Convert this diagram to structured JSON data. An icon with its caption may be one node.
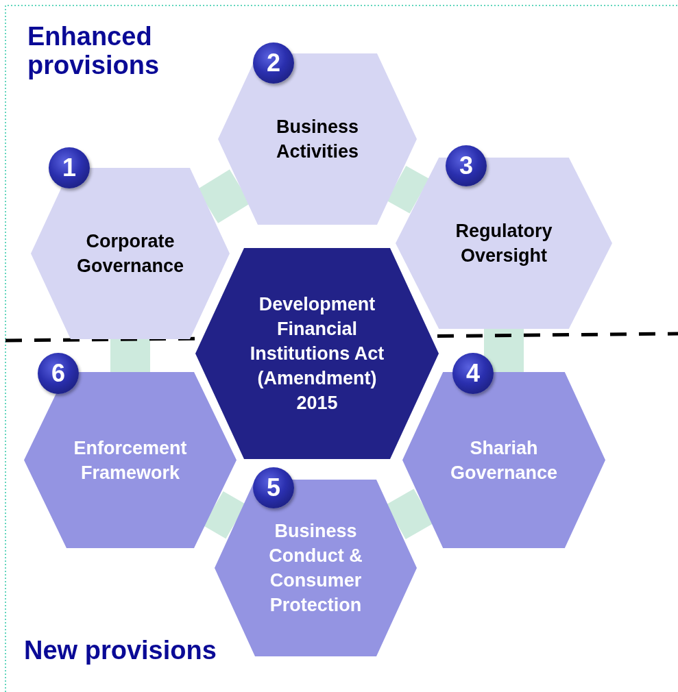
{
  "diagram": {
    "nodes": [
      {
        "text": [
          "1"
        ]
      },
      {
        "text": [
          "Corporate Governance"
        ]
      },
      {
        "text": [
          "2"
        ]
      },
      {
        "text": [
          "Business Activities"
        ]
      },
      {
        "text": [
          "3"
        ]
      },
      {
        "text": [
          "Regulatory Oversight"
        ]
      },
      {
        "text": [
          "Development Financial Institutions Act (Amendment) 2015"
        ]
      },
      {
        "text": [
          "6"
        ]
      },
      {
        "text": [
          "Enforcement Framework"
        ]
      },
      {
        "text": [
          "4"
        ]
      },
      {
        "text": [
          "Shariah Governance"
        ]
      },
      {
        "text": [
          "5"
        ]
      },
      {
        "text": [
          "Business Conduct & Consumer Protection"
        ]
      }
    ],
    "edges": [
      {
        "from": 1,
        "to": 3,
        "arrow": "none"
      },
      {
        "from": 3,
        "to": 5,
        "arrow": "none"
      },
      {
        "from": 5,
        "to": 10,
        "arrow": "none"
      },
      {
        "from": 10,
        "to": 12,
        "arrow": "none"
      },
      {
        "from": 12,
        "to": 8,
        "arrow": "none"
      },
      {
        "from": 8,
        "to": 1,
        "arrow": "none"
      }
    ],
    "labels": [
      "Enhanced provisions",
      "New provisions"
    ]
  }
}
